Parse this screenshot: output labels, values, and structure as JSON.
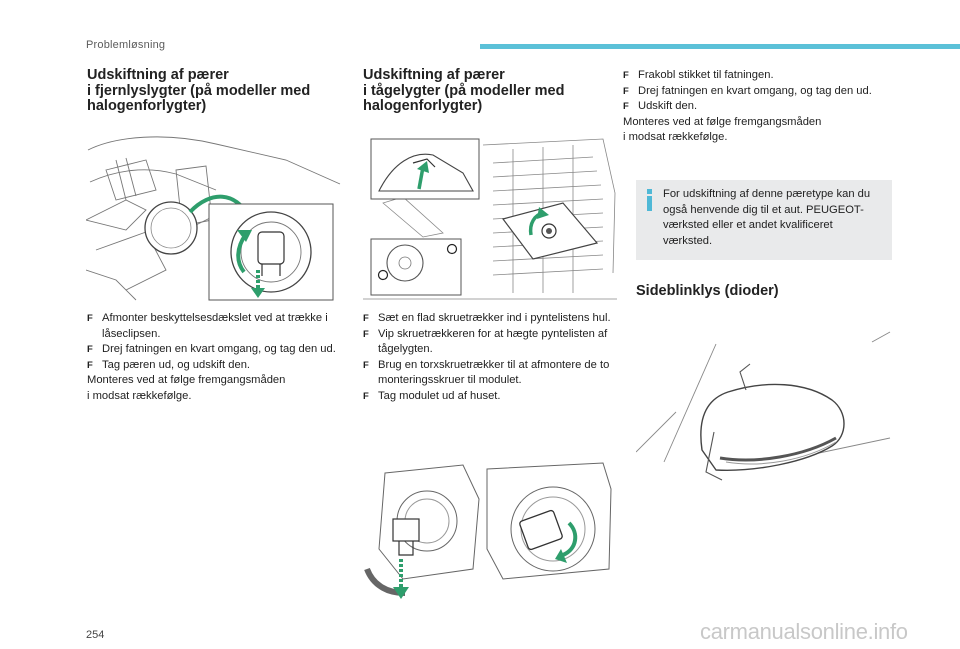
{
  "header": {
    "section": "Problemløsning",
    "accent_color": "#5bc1d8"
  },
  "col1": {
    "title": "Udskiftning af pærer\ni fjernlyslygter (på modeller med halogenforlygter)",
    "steps": [
      "Afmonter beskyttelsesdækslet ved at trække i låseclipsen.",
      "Drej fatningen en kvart omgang, og tag den ud.",
      "Tag pæren ud, og udskift den."
    ],
    "footer_lines": [
      "Monteres ved at følge fremgangsmåden",
      "i modsat rækkefølge."
    ]
  },
  "col2": {
    "title": "Udskiftning af pærer\ni tågelygter (på modeller med halogenforlygter)",
    "steps": [
      "Sæt en flad skruetrækker ind i pyntelistens hul.",
      "Vip skruetrækkeren for at hægte pyntelisten af tågelygten.",
      "Brug en torxskruetrækker til at afmontere de to monteringsskruer til modulet.",
      "Tag modulet ud af huset."
    ]
  },
  "col3": {
    "steps": [
      "Frakobl stikket til fatningen.",
      "Drej fatningen en kvart omgang, og tag den ud.",
      "Udskift den."
    ],
    "footer_lines": [
      "Monteres ved at følge fremgangsmåden",
      "i modsat rækkefølge."
    ],
    "info": {
      "text": "For udskiftning af denne pæretype kan du også henvende dig til et aut. PEUGEOT-værksted eller et andet kvalificeret værksted."
    },
    "side_title": "Sideblinklys (dioder)"
  },
  "icons": {
    "step_bullet": "F",
    "info": "info-icon",
    "arrow_color": "#2e9e6c"
  },
  "page_number": "254",
  "watermark": "carmanualsonline.info"
}
